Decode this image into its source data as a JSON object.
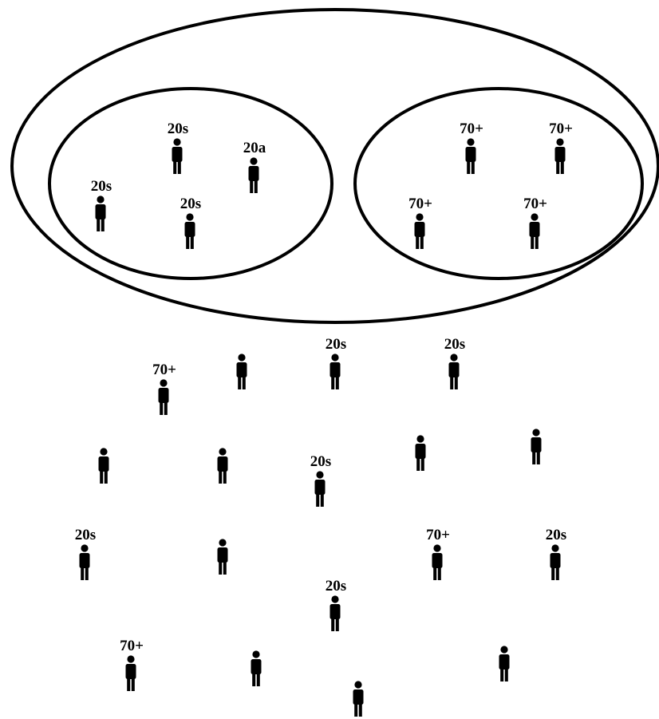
{
  "colors": {
    "ink": "#000000",
    "background": "#ffffff"
  },
  "icon": "person-icon",
  "groups": {
    "outer": {
      "members": []
    },
    "left": {
      "members": [
        {
          "label": "20s"
        },
        {
          "label": "20a"
        },
        {
          "label": "20s"
        },
        {
          "label": "20s"
        }
      ]
    },
    "right": {
      "members": [
        {
          "label": "70+"
        },
        {
          "label": "70+"
        },
        {
          "label": "70+"
        },
        {
          "label": "70+"
        }
      ]
    }
  },
  "outside_people": [
    {
      "label": "20s"
    },
    {
      "label": "20s"
    },
    {
      "label": "70+"
    },
    {
      "label": ""
    },
    {
      "label": ""
    },
    {
      "label": ""
    },
    {
      "label": "20s"
    },
    {
      "label": ""
    },
    {
      "label": ""
    },
    {
      "label": "20s"
    },
    {
      "label": ""
    },
    {
      "label": "70+"
    },
    {
      "label": "20s"
    },
    {
      "label": "20s"
    },
    {
      "label": "70+"
    },
    {
      "label": ""
    },
    {
      "label": ""
    },
    {
      "label": ""
    }
  ]
}
